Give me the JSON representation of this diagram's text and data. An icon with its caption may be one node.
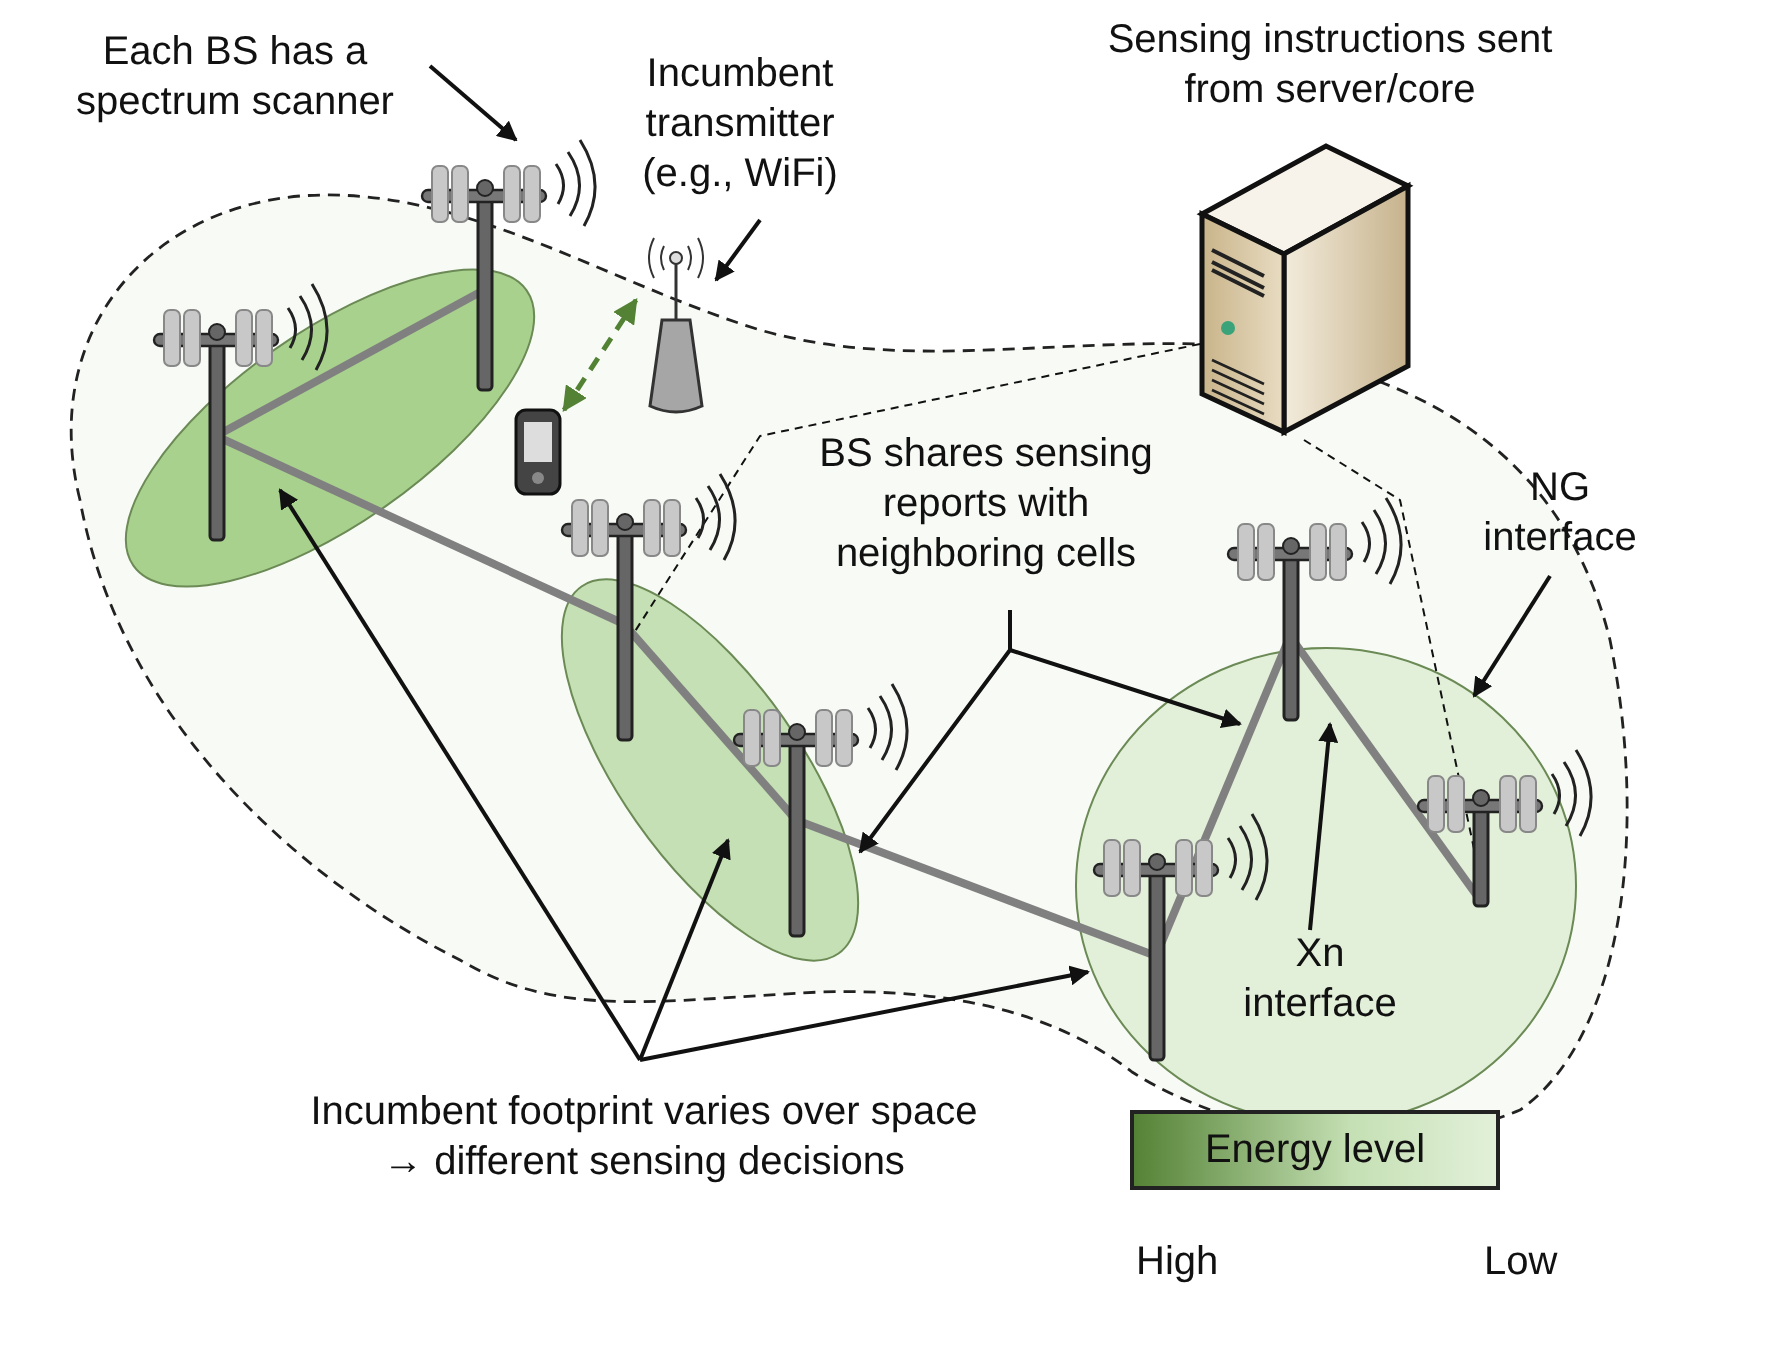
{
  "diagram": {
    "nodes": [
      {
        "text": [
          "Each BS has a spectrum scanner"
        ]
      },
      {
        "text": [
          "Incumbent transmitter (e.g., WiFi)"
        ]
      },
      {
        "text": [
          "Sensing instructions sent from server/core"
        ]
      },
      {
        "text": [],
        "shape": "picture"
      },
      {
        "text": [
          "BS shares sensing reports with neighboring cells"
        ]
      },
      {
        "text": [
          "NG interface"
        ]
      },
      {
        "text": [
          "Xn interface"
        ]
      },
      {
        "text": [
          "Incumbent footprint varies over space → different sensing decisions"
        ]
      },
      {
        "text": [],
        "shape": "tower"
      },
      {
        "text": [],
        "shape": "tower"
      },
      {
        "text": [],
        "shape": "tower"
      },
      {
        "text": [],
        "shape": "tower"
      },
      {
        "text": [],
        "shape": "tower"
      },
      {
        "text": [],
        "shape": "tower"
      },
      {
        "text": [],
        "shape": "tower"
      },
      {
        "text": [],
        "shape": "antenna"
      },
      {
        "text": [],
        "shape": "phone"
      }
    ],
    "edges": [
      {
        "from": 0,
        "to": 9,
        "arrow": "to"
      },
      {
        "from": 1,
        "to": 15,
        "arrow": "to"
      },
      {
        "from": 16,
        "to": 15,
        "arrow": "both",
        "style": "dashed",
        "color": "#548235"
      },
      {
        "from": 8,
        "to": 9,
        "arrow": "none",
        "style": "thick",
        "color": "#808080"
      },
      {
        "from": 8,
        "to": 10,
        "arrow": "none",
        "style": "thick",
        "color": "#808080"
      },
      {
        "from": 10,
        "to": 11,
        "arrow": "none",
        "style": "thick",
        "color": "#808080"
      },
      {
        "from": 11,
        "to": 12,
        "arrow": "none",
        "style": "thick",
        "color": "#808080"
      },
      {
        "from": 12,
        "to": 13,
        "arrow": "none",
        "style": "thick",
        "color": "#808080"
      },
      {
        "from": 13,
        "to": 14,
        "arrow": "none",
        "style": "thick",
        "color": "#808080"
      },
      {
        "from": 3,
        "to": 10,
        "arrow": "none",
        "style": "dashed"
      },
      {
        "from": 3,
        "to": 14,
        "arrow": "none",
        "style": "dashed"
      },
      {
        "from": 4,
        "to": 13,
        "arrow": "to"
      },
      {
        "from": 4,
        "to": 11,
        "arrow": "to"
      },
      {
        "from": 5,
        "to": null,
        "arrow": "to"
      },
      {
        "from": 6,
        "to": 13,
        "arrow": "to"
      },
      {
        "from": 7,
        "to": 8,
        "arrow": "to"
      },
      {
        "from": 7,
        "to": 11,
        "arrow": "to"
      },
      {
        "from": 7,
        "to": 12,
        "arrow": "to"
      }
    ],
    "labels": [
      "Energy level",
      "High",
      "Low"
    ]
  }
}
